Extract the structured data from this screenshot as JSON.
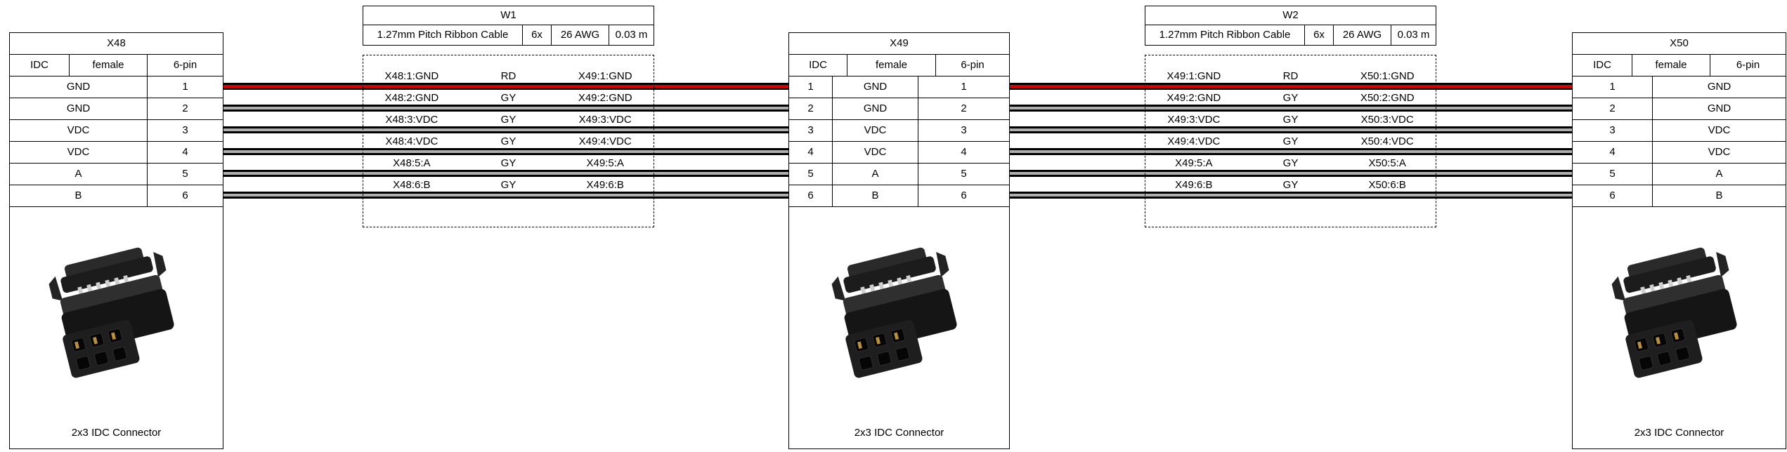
{
  "page": {
    "background": "#ffffff"
  },
  "connectors": [
    {
      "id": "X48",
      "attrs": [
        "IDC",
        "female",
        "6-pin"
      ],
      "columns": [
        "name",
        "pin"
      ],
      "rows": [
        [
          "GND",
          "1"
        ],
        [
          "GND",
          "2"
        ],
        [
          "VDC",
          "3"
        ],
        [
          "VDC",
          "4"
        ],
        [
          "A",
          "5"
        ],
        [
          "B",
          "6"
        ]
      ],
      "caption": "2x3 IDC Connector"
    },
    {
      "id": "X49",
      "attrs": [
        "IDC",
        "female",
        "6-pin"
      ],
      "columns": [
        "pin_in",
        "name",
        "pin_out"
      ],
      "rows": [
        [
          "1",
          "GND",
          "1"
        ],
        [
          "2",
          "GND",
          "2"
        ],
        [
          "3",
          "VDC",
          "3"
        ],
        [
          "4",
          "VDC",
          "4"
        ],
        [
          "5",
          "A",
          "5"
        ],
        [
          "6",
          "B",
          "6"
        ]
      ],
      "caption": "2x3 IDC Connector"
    },
    {
      "id": "X50",
      "attrs": [
        "IDC",
        "female",
        "6-pin"
      ],
      "columns": [
        "pin",
        "name"
      ],
      "rows": [
        [
          "1",
          "GND"
        ],
        [
          "2",
          "GND"
        ],
        [
          "3",
          "VDC"
        ],
        [
          "4",
          "VDC"
        ],
        [
          "5",
          "A"
        ],
        [
          "6",
          "B"
        ]
      ],
      "caption": "2x3 IDC Connector"
    }
  ],
  "cables": [
    {
      "id": "W1",
      "attrs": [
        "1.27mm Pitch Ribbon Cable",
        "6x",
        "26 AWG",
        "0.03 m"
      ],
      "wires": [
        {
          "from": "X48:1:GND",
          "code": "RD",
          "to": "X49:1:GND",
          "color": "#dd0000"
        },
        {
          "from": "X48:2:GND",
          "code": "GY",
          "to": "X49:2:GND",
          "color": "#b0b0b0"
        },
        {
          "from": "X48:3:VDC",
          "code": "GY",
          "to": "X49:3:VDC",
          "color": "#b0b0b0"
        },
        {
          "from": "X48:4:VDC",
          "code": "GY",
          "to": "X49:4:VDC",
          "color": "#b0b0b0"
        },
        {
          "from": "X48:5:A",
          "code": "GY",
          "to": "X49:5:A",
          "color": "#b0b0b0"
        },
        {
          "from": "X48:6:B",
          "code": "GY",
          "to": "X49:6:B",
          "color": "#b0b0b0"
        }
      ]
    },
    {
      "id": "W2",
      "attrs": [
        "1.27mm Pitch Ribbon Cable",
        "6x",
        "26 AWG",
        "0.03 m"
      ],
      "wires": [
        {
          "from": "X49:1:GND",
          "code": "RD",
          "to": "X50:1:GND",
          "color": "#dd0000"
        },
        {
          "from": "X49:2:GND",
          "code": "GY",
          "to": "X50:2:GND",
          "color": "#b0b0b0"
        },
        {
          "from": "X49:3:VDC",
          "code": "GY",
          "to": "X50:3:VDC",
          "color": "#b0b0b0"
        },
        {
          "from": "X49:4:VDC",
          "code": "GY",
          "to": "X50:4:VDC",
          "color": "#b0b0b0"
        },
        {
          "from": "X49:5:A",
          "code": "GY",
          "to": "X50:5:A",
          "color": "#b0b0b0"
        },
        {
          "from": "X49:6:B",
          "code": "GY",
          "to": "X50:6:B",
          "color": "#b0b0b0"
        }
      ]
    }
  ],
  "wire_border_color": "#000000"
}
